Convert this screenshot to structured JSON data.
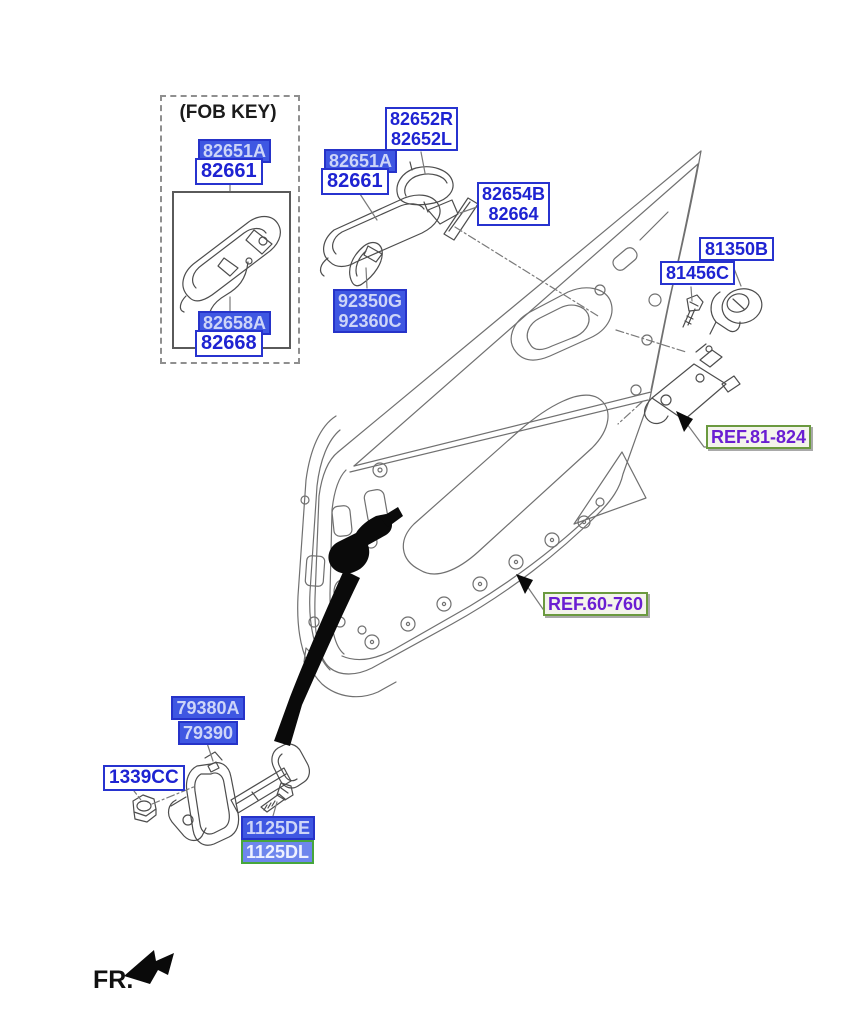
{
  "page": {
    "fob_section_title": "(FOB KEY)",
    "direction_label": "FR."
  },
  "colors": {
    "label_text": "#1e23d2",
    "label_border": "#2733cf",
    "highlight_bg": "#3f57e2",
    "highlight_bg_alt": "#6e86ed",
    "highlight_text": "#cdd5f8",
    "ref_text": "#6a1ed2",
    "ref_border": "#6b9a3f",
    "green_border": "#47a63c",
    "line_art": "#707070",
    "strap_black": "#0a0a0a"
  },
  "labels": {
    "fob_handle_primary": "82651A",
    "fob_handle_secondary": "82661",
    "fob_cable_primary": "82658A",
    "fob_cable_secondary": "82668",
    "handle_cover_right": "82652R",
    "handle_cover_left": "82652L",
    "door_handle_primary": "82651A",
    "door_handle_secondary": "82661",
    "handle_pad_primary": "82654B",
    "handle_pad_secondary": "82664",
    "handle_seal_primary": "92350G",
    "handle_seal_secondary": "92360C",
    "key_lock": "81350B",
    "key_lock_screw": "81456C",
    "ref_latch": "REF.81-824",
    "ref_door_panel": "REF.60-760",
    "door_checker_primary": "79380A",
    "door_checker_secondary": "79390",
    "checker_nut": "1339CC",
    "checker_bolt_primary": "1125DE",
    "checker_bolt_secondary": "1125DL"
  }
}
